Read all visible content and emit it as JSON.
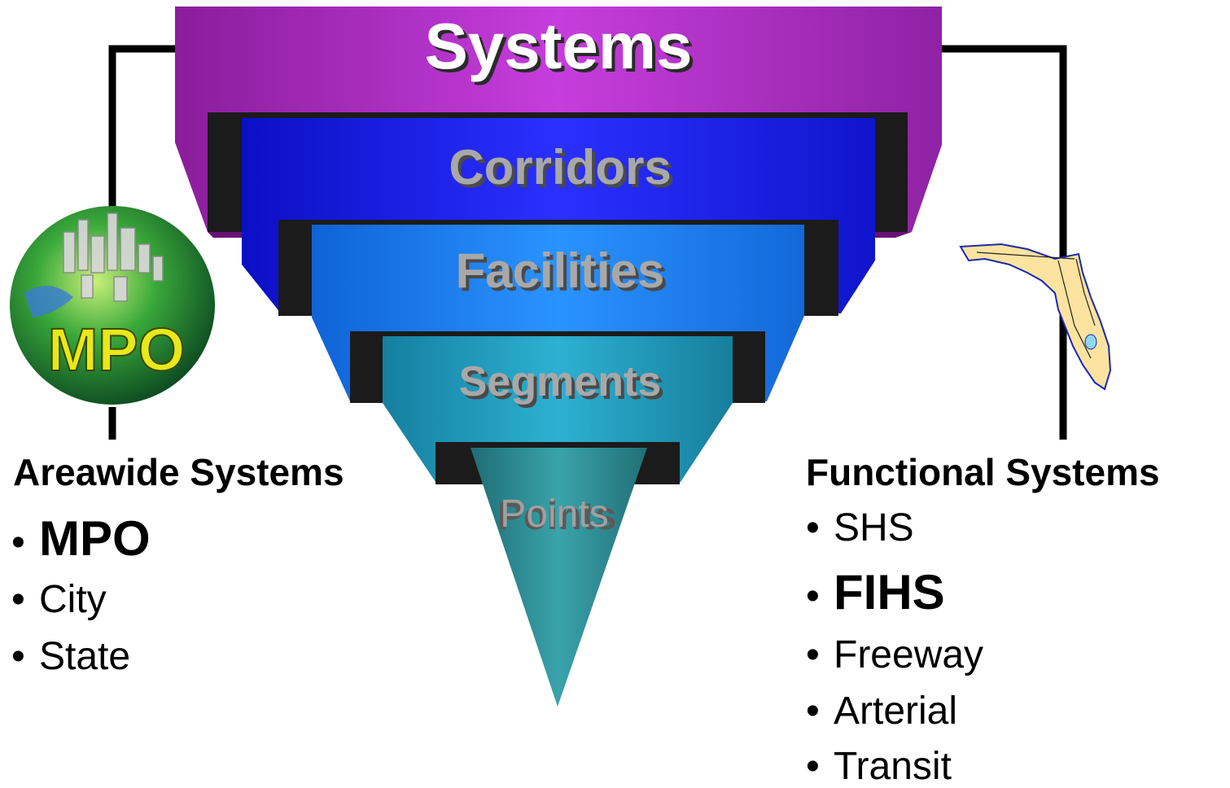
{
  "hierarchy": {
    "levels": [
      {
        "label": "Systems",
        "color": "#b32fc8"
      },
      {
        "label": "Corridors",
        "color": "#1c1ee8"
      },
      {
        "label": "Facilities",
        "color": "#1a7ef0"
      },
      {
        "label": "Segments",
        "color": "#1f9fc0"
      },
      {
        "label": "Points",
        "color": "#2f8f97"
      }
    ]
  },
  "left": {
    "heading": "Areawide Systems",
    "bullet": "•",
    "items": [
      {
        "label": "MPO",
        "emphasis": true
      },
      {
        "label": "City",
        "emphasis": false
      },
      {
        "label": "State",
        "emphasis": false
      }
    ],
    "globe_text": "MPO"
  },
  "right": {
    "heading": "Functional Systems",
    "bullet": "•",
    "items": [
      {
        "label": "SHS",
        "emphasis": false
      },
      {
        "label": "FIHS",
        "emphasis": true
      },
      {
        "label": "Freeway",
        "emphasis": false
      },
      {
        "label": "Arterial",
        "emphasis": false
      },
      {
        "label": "Transit",
        "emphasis": false
      }
    ]
  },
  "colors": {
    "connector": "#000000",
    "band_shadow": "#1b1b1b",
    "label_gray": "#9a9a9a",
    "globe_green": "#2f9a3a",
    "globe_text": "#e8e81a",
    "florida_fill": "#fce3a0"
  }
}
